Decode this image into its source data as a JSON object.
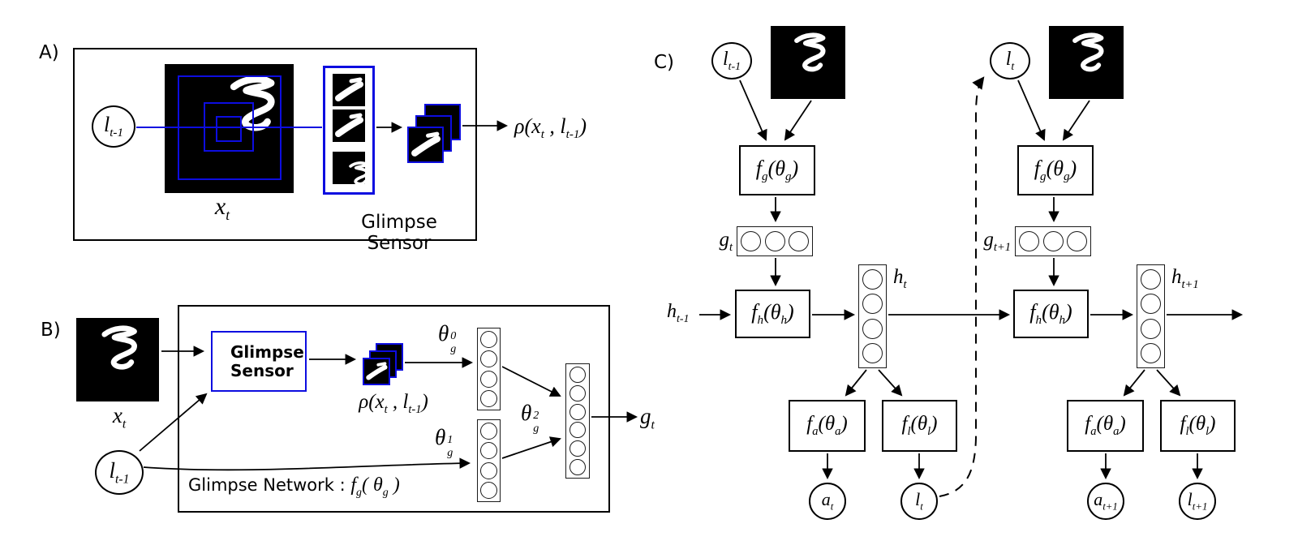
{
  "palette": {
    "accent_blue": "#0d0de0",
    "ink": "#000000",
    "background": "#ffffff"
  },
  "panelA": {
    "tag": "A)",
    "caption": "Glimpse Sensor",
    "location": [
      {
        "k": "t",
        "v": "l"
      },
      {
        "k": "sub",
        "v": "t-1"
      }
    ],
    "image_label": [
      {
        "k": "t",
        "v": "x"
      },
      {
        "k": "sub",
        "v": "t"
      }
    ],
    "output": [
      {
        "k": "t",
        "v": "ρ(x"
      },
      {
        "k": "sub",
        "v": "t"
      },
      {
        "k": "t",
        "v": " , l"
      },
      {
        "k": "sub",
        "v": "t-1"
      },
      {
        "k": "t",
        "v": ")"
      }
    ]
  },
  "panelB": {
    "tag": "B)",
    "image_label": [
      {
        "k": "t",
        "v": "x"
      },
      {
        "k": "sub",
        "v": "t"
      }
    ],
    "location": [
      {
        "k": "t",
        "v": "l"
      },
      {
        "k": "sub",
        "v": "t-1"
      }
    ],
    "sensor_line1": "Glimpse",
    "sensor_line2": "Sensor",
    "rho": [
      {
        "k": "t",
        "v": "ρ(x"
      },
      {
        "k": "sub",
        "v": "t"
      },
      {
        "k": "t",
        "v": " , l"
      },
      {
        "k": "sub",
        "v": "t-1"
      },
      {
        "k": "t",
        "v": ")"
      }
    ],
    "theta0": [
      {
        "k": "t",
        "v": "θ"
      },
      {
        "k": "stack",
        "sup": "0",
        "sub": "g"
      }
    ],
    "theta1": [
      {
        "k": "t",
        "v": "θ"
      },
      {
        "k": "stack",
        "sup": "1",
        "sub": "g"
      }
    ],
    "theta2": [
      {
        "k": "t",
        "v": "θ"
      },
      {
        "k": "stack",
        "sup": "2",
        "sub": "g"
      }
    ],
    "output": [
      {
        "k": "t",
        "v": "g"
      },
      {
        "k": "sub",
        "v": "t"
      }
    ],
    "caption_text": "Glimpse Network : ",
    "caption_math": [
      {
        "k": "t",
        "v": "f"
      },
      {
        "k": "sub",
        "v": "g"
      },
      {
        "k": "t",
        "v": "( θ"
      },
      {
        "k": "sub",
        "v": "g"
      },
      {
        "k": "t",
        "v": " )"
      }
    ],
    "vec1_units": 4,
    "vec2_units": 4,
    "out_units": 6
  },
  "panelC": {
    "tag": "C)",
    "h_prev": [
      {
        "k": "t",
        "v": "h"
      },
      {
        "k": "sub",
        "v": "t-1"
      }
    ],
    "g_units": 3,
    "h_units": 4,
    "steps": [
      {
        "location": [
          {
            "k": "t",
            "v": "l"
          },
          {
            "k": "sub",
            "v": "t-1"
          }
        ],
        "fg": [
          {
            "k": "t",
            "v": "f"
          },
          {
            "k": "sub",
            "v": "g"
          },
          {
            "k": "t",
            "v": "(θ"
          },
          {
            "k": "sub",
            "v": "g"
          },
          {
            "k": "t",
            "v": ")"
          }
        ],
        "g_label": [
          {
            "k": "t",
            "v": "g"
          },
          {
            "k": "sub",
            "v": "t"
          }
        ],
        "fh": [
          {
            "k": "t",
            "v": "f"
          },
          {
            "k": "sub",
            "v": "h"
          },
          {
            "k": "t",
            "v": "(θ"
          },
          {
            "k": "sub",
            "v": "h"
          },
          {
            "k": "t",
            "v": ")"
          }
        ],
        "h_label": [
          {
            "k": "t",
            "v": "h"
          },
          {
            "k": "sub",
            "v": "t"
          }
        ],
        "fa": [
          {
            "k": "t",
            "v": "f"
          },
          {
            "k": "sub",
            "v": "a"
          },
          {
            "k": "t",
            "v": "(θ"
          },
          {
            "k": "sub",
            "v": "a"
          },
          {
            "k": "t",
            "v": ")"
          }
        ],
        "fl": [
          {
            "k": "t",
            "v": "f"
          },
          {
            "k": "sub",
            "v": "l"
          },
          {
            "k": "t",
            "v": "(θ"
          },
          {
            "k": "sub",
            "v": "l"
          },
          {
            "k": "t",
            "v": ")"
          }
        ],
        "action": [
          {
            "k": "t",
            "v": "a"
          },
          {
            "k": "sub",
            "v": "t"
          }
        ],
        "loc_out": [
          {
            "k": "t",
            "v": "l"
          },
          {
            "k": "sub",
            "v": "t"
          }
        ]
      },
      {
        "location": [
          {
            "k": "t",
            "v": "l"
          },
          {
            "k": "sub",
            "v": "t"
          }
        ],
        "fg": [
          {
            "k": "t",
            "v": "f"
          },
          {
            "k": "sub",
            "v": "g"
          },
          {
            "k": "t",
            "v": "(θ"
          },
          {
            "k": "sub",
            "v": "g"
          },
          {
            "k": "t",
            "v": ")"
          }
        ],
        "g_label": [
          {
            "k": "t",
            "v": "g"
          },
          {
            "k": "sub",
            "v": "t+1"
          }
        ],
        "fh": [
          {
            "k": "t",
            "v": "f"
          },
          {
            "k": "sub",
            "v": "h"
          },
          {
            "k": "t",
            "v": "(θ"
          },
          {
            "k": "sub",
            "v": "h"
          },
          {
            "k": "t",
            "v": ")"
          }
        ],
        "h_label": [
          {
            "k": "t",
            "v": "h"
          },
          {
            "k": "sub",
            "v": "t+1"
          }
        ],
        "fa": [
          {
            "k": "t",
            "v": "f"
          },
          {
            "k": "sub",
            "v": "a"
          },
          {
            "k": "t",
            "v": "(θ"
          },
          {
            "k": "sub",
            "v": "a"
          },
          {
            "k": "t",
            "v": ")"
          }
        ],
        "fl": [
          {
            "k": "t",
            "v": "f"
          },
          {
            "k": "sub",
            "v": "l"
          },
          {
            "k": "t",
            "v": "(θ"
          },
          {
            "k": "sub",
            "v": "l"
          },
          {
            "k": "t",
            "v": ")"
          }
        ],
        "action": [
          {
            "k": "t",
            "v": "a"
          },
          {
            "k": "sub",
            "v": "t+1"
          }
        ],
        "loc_out": [
          {
            "k": "t",
            "v": "l"
          },
          {
            "k": "sub",
            "v": "t+1"
          }
        ]
      }
    ]
  }
}
